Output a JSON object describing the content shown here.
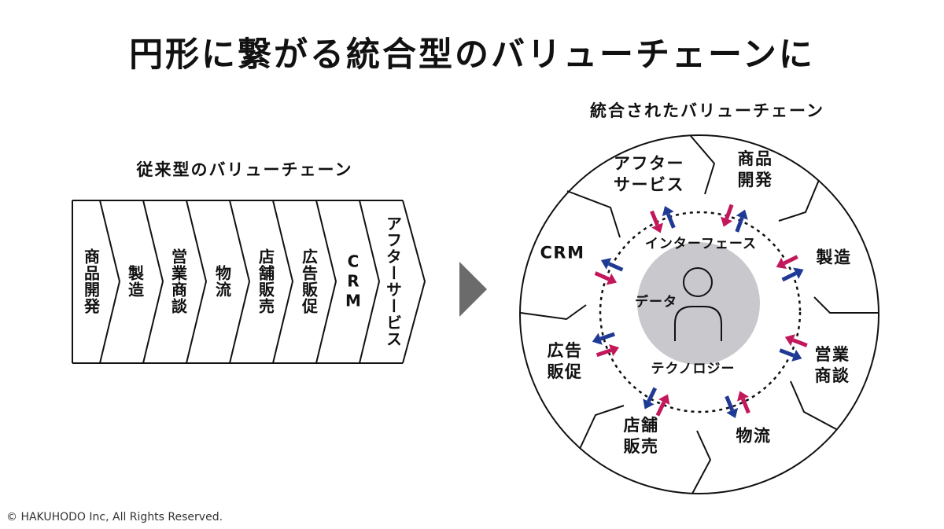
{
  "title": "円形に繋がる統合型のバリューチェーンに",
  "traditional": {
    "title": "従来型のバリューチェーン",
    "stages": [
      "商品開発",
      "製造",
      "営業商談",
      "物流",
      "店舗販売",
      "広告販促",
      "CRM",
      "アフターサービス"
    ]
  },
  "integrated": {
    "title": "統合されたバリューチェーン",
    "segments": [
      [
        "アフター",
        "サービス"
      ],
      [
        "商品",
        "開発"
      ],
      [
        "製造"
      ],
      [
        "営業",
        "商談"
      ],
      [
        "物流"
      ],
      [
        "店舗",
        "販売"
      ],
      [
        "広告",
        "販促"
      ],
      [
        "CRM"
      ]
    ],
    "interface_label": "インターフェース",
    "data_label": "データ",
    "technology_label": "テクノロジー",
    "center_icon": "person-icon"
  },
  "footer": "© HAKUHODO Inc, All Rights Reserved.",
  "colors": {
    "outward_arrow": "#1f3a94",
    "inward_arrow": "#c2185b",
    "transition_arrow": "#6b6b6b",
    "center_circle": "#c9c8cc",
    "line": "#111111"
  }
}
